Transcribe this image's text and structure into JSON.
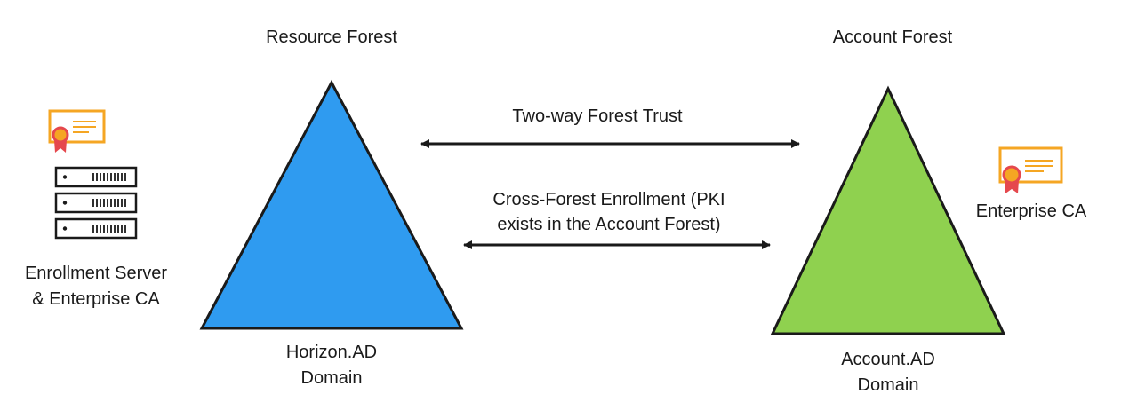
{
  "resource_forest": {
    "title": "Resource Forest",
    "domain_line1": "Horizon.AD",
    "domain_line2": "Domain",
    "color": "#2F9BF0"
  },
  "account_forest": {
    "title": "Account Forest",
    "domain_line1": "Account.AD",
    "domain_line2": "Domain",
    "color": "#8FD14F"
  },
  "trust": {
    "label": "Two-way Forest Trust"
  },
  "enrollment": {
    "line1": "Cross-Forest Enrollment (PKI",
    "line2": "exists in the Account Forest)"
  },
  "enrollment_server": {
    "line1": "Enrollment Server",
    "line2": "& Enterprise CA",
    "icons": [
      "certificate-icon",
      "server-rack-icon"
    ]
  },
  "enterprise_ca": {
    "label": "Enterprise CA",
    "icon": "certificate-icon"
  },
  "colors": {
    "certificate_orange": "#F5A623",
    "ribbon_red": "#E5484D",
    "outline": "#1a1a1a"
  }
}
